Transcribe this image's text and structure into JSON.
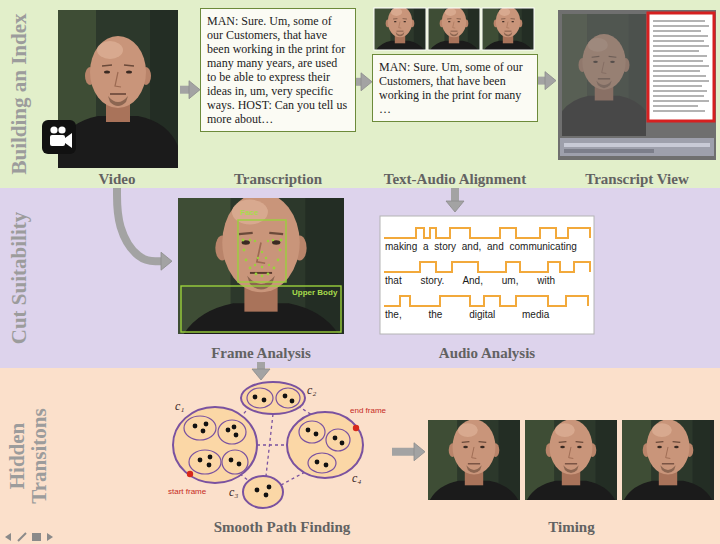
{
  "diagram": {
    "nodes": [
      {
        "text": [
          "Building an Index"
        ]
      },
      {
        "text": [
          "Cut Suitability"
        ]
      },
      {
        "text": [
          "Hidden Transitons"
        ]
      },
      {
        "text": [
          "Video"
        ],
        "in": 0
      },
      {
        "text": [
          "MAN: Sure. Um, some of our Customers, that have been working in the print for many many years, are used to be able to express their ideas in, um, very specific ways. HOST: Can you tell us more about…",
          "Transcription"
        ],
        "in": 0
      },
      {
        "text": [
          "MAN: Sure. Um, some of our Customers, that have been working in the print for many …",
          "Text-Audio Alignment"
        ],
        "in": 0
      },
      {
        "text": [
          "Transcript View"
        ],
        "in": 0
      },
      {
        "text": [
          "Frame Analysis"
        ],
        "in": 1
      },
      {
        "text": [
          "Audio Analysis"
        ],
        "in": 1
      },
      {
        "text": [
          "Smooth Path Finding"
        ],
        "in": 2
      },
      {
        "text": [
          "Timing"
        ],
        "in": 2
      }
    ],
    "edges": [
      {
        "from": 3,
        "to": 4,
        "arrow": "to"
      },
      {
        "from": 4,
        "to": 5,
        "arrow": "to"
      },
      {
        "from": 5,
        "to": 6,
        "arrow": "to"
      },
      {
        "from": 3,
        "to": 7,
        "arrow": "to"
      },
      {
        "from": 5,
        "to": 8,
        "arrow": "to"
      },
      {
        "from": 7,
        "to": 9,
        "arrow": "to"
      },
      {
        "from": 9,
        "to": 10,
        "arrow": "to"
      }
    ],
    "labels": [
      "Face",
      "Upper Body",
      "making a story and, and communicating",
      "that story. And, um, with",
      "the, the digital media",
      "c₁",
      "c₂",
      "c₃",
      "c₄",
      "start frame",
      "end frame"
    ]
  }
}
